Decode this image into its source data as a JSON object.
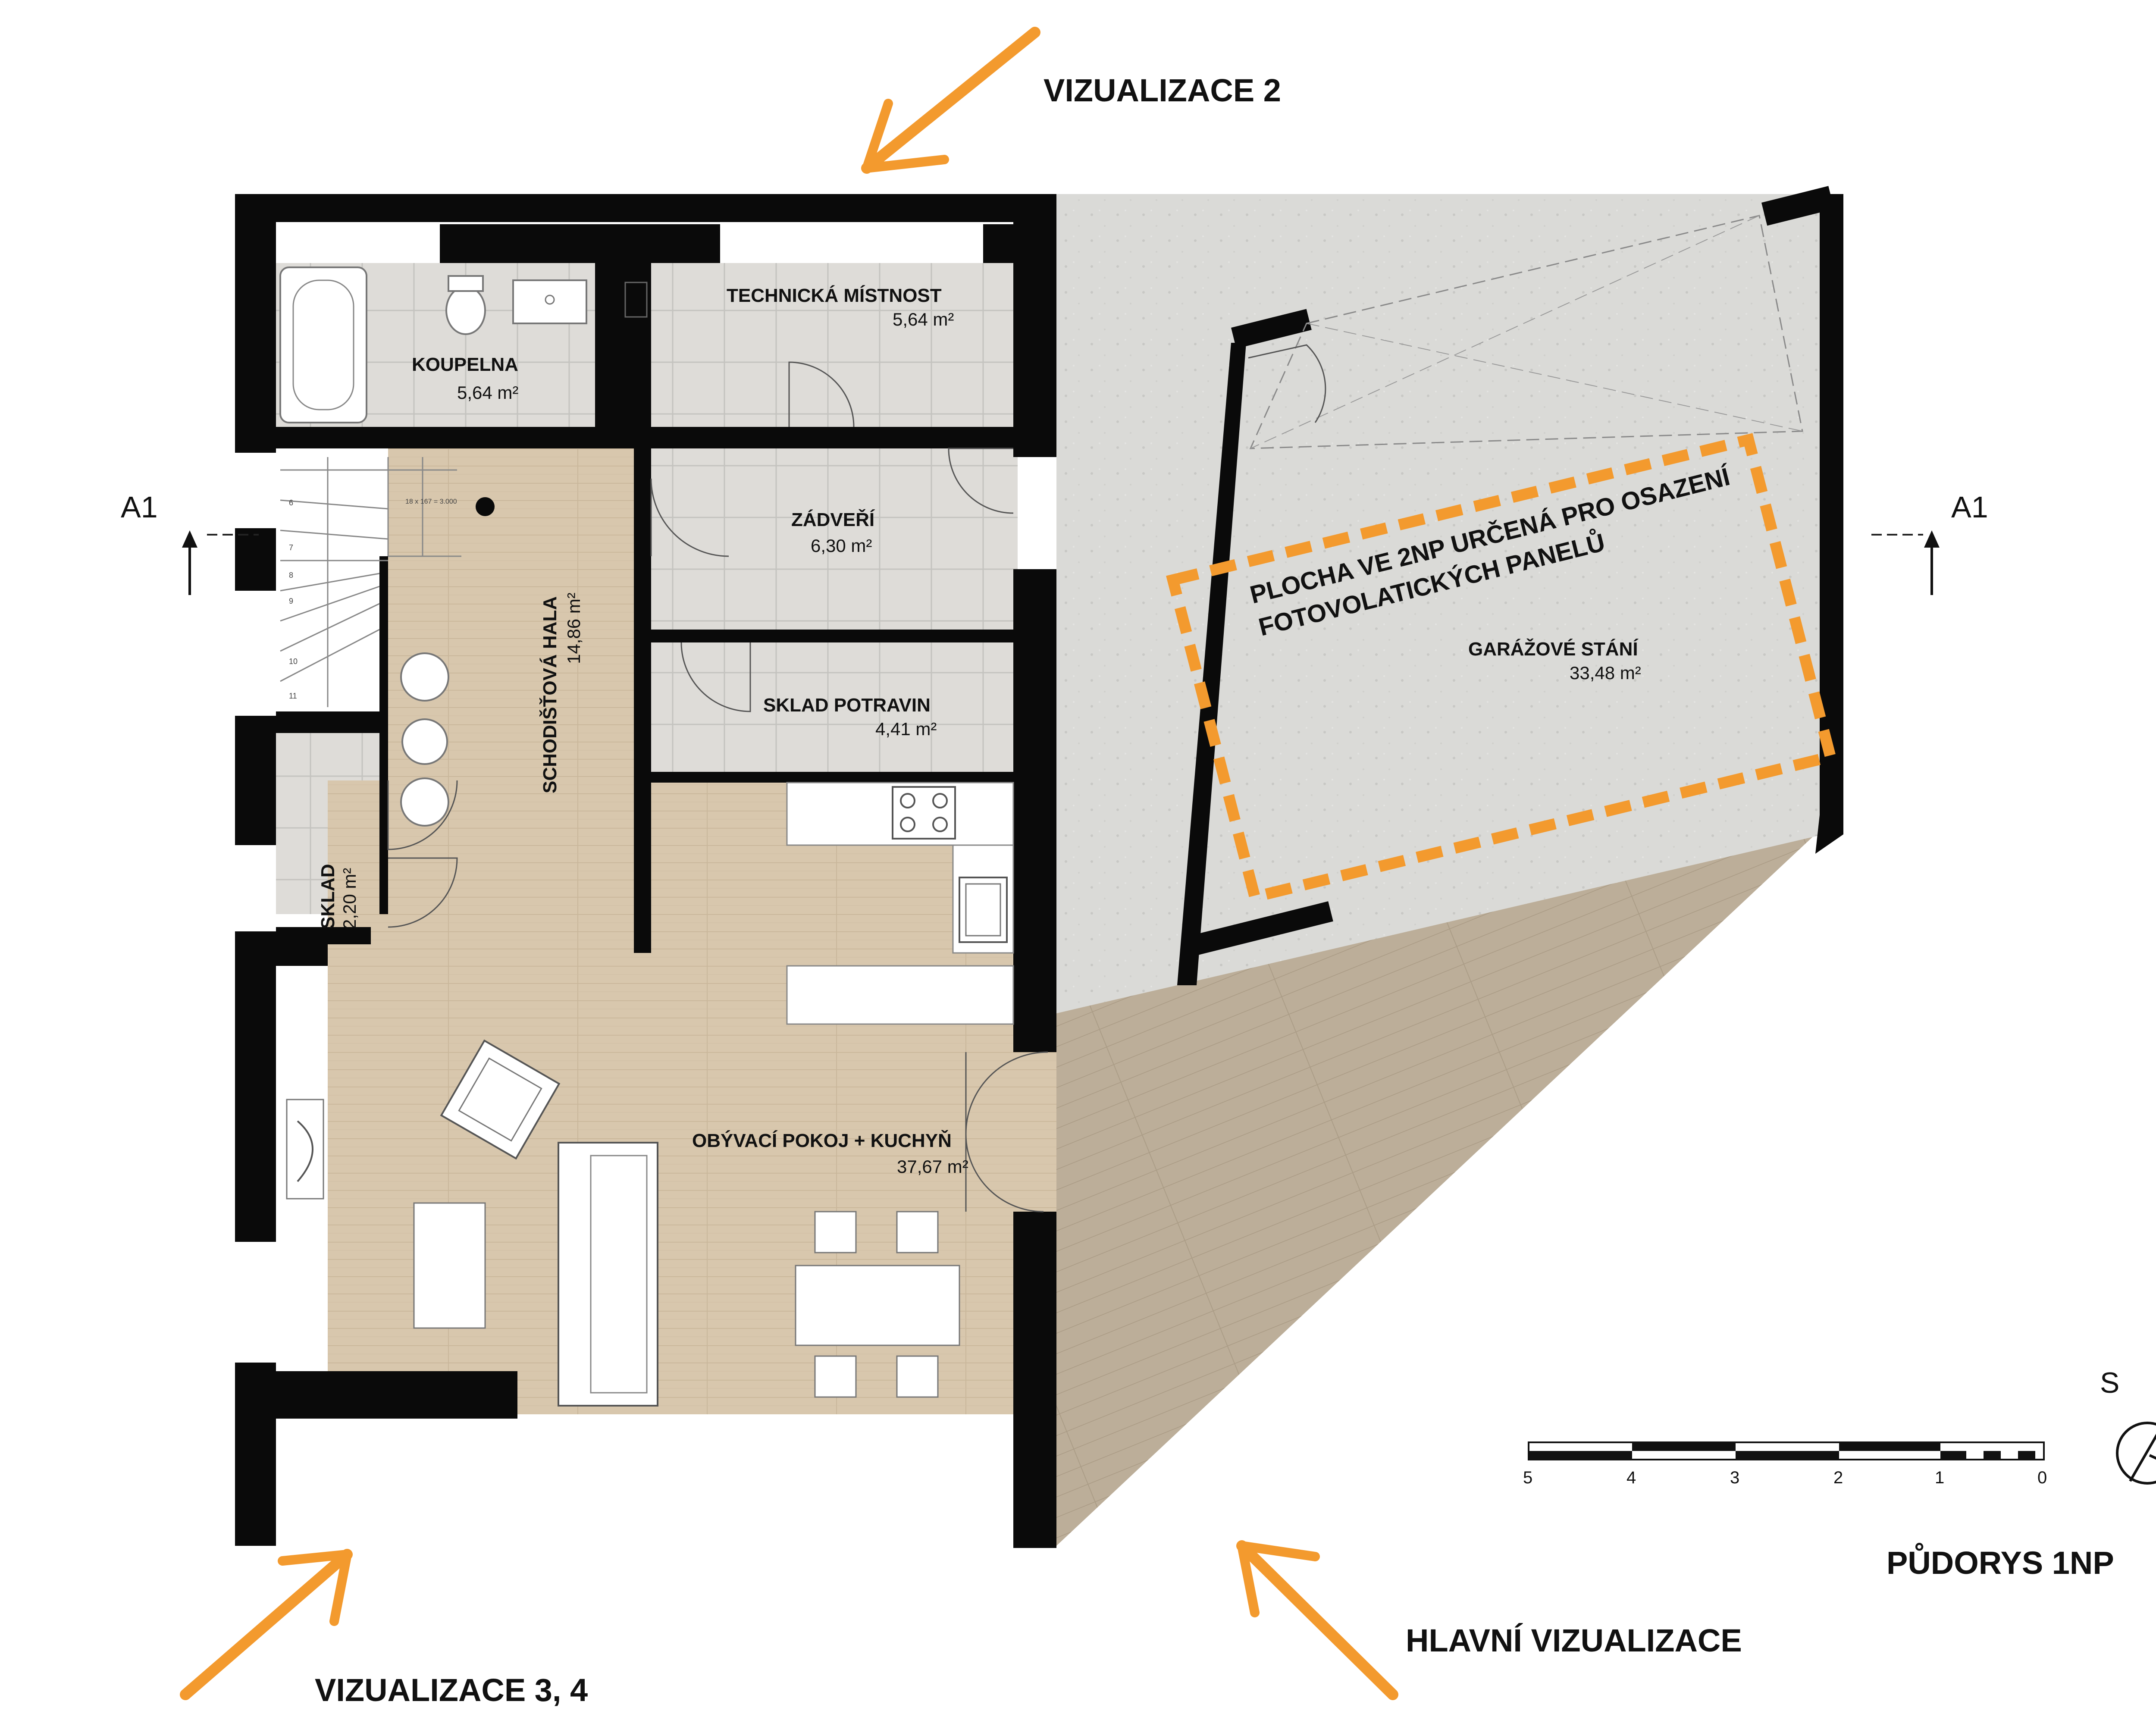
{
  "plan_title": "PŮDORYS 1NP",
  "views": {
    "v2": "VIZUALIZACE 2",
    "v34": "VIZUALIZACE 3, 4",
    "main": "HLAVNÍ VIZUALIZACE"
  },
  "section": {
    "left": "A1",
    "right": "A1"
  },
  "rooms": {
    "bathroom": {
      "name": "KOUPELNA",
      "area": "5,64 m²"
    },
    "technical": {
      "name": "TECHNICKÁ MÍSTNOST",
      "area": "5,64 m²"
    },
    "entry": {
      "name": "ZÁDVEŘÍ",
      "area": "6,30 m²"
    },
    "pantry": {
      "name": "SKLAD POTRAVIN",
      "area": "4,41 m²"
    },
    "stair_hall": {
      "name": "SCHODIŠŤOVÁ HALA",
      "area": "14,86 m²"
    },
    "storage": {
      "name": "SKLAD",
      "area": "2,20 m²"
    },
    "living": {
      "name": "OBÝVACÍ POKOJ + KUCHYŇ",
      "area": "37,67 m²"
    },
    "garage": {
      "name": "GARÁŽOVÉ STÁNÍ",
      "area": "33,48 m²"
    }
  },
  "pv_note": {
    "line1": "PLOCHA VE 2NP URČENÁ PRO OSAZENÍ",
    "line2": "FOTOVOLATICKÝCH PANELŮ"
  },
  "stair_note": "18 x 167 = 3.000",
  "stair_steps": [
    "6",
    "7",
    "8",
    "9",
    "10",
    "11"
  ],
  "scale": {
    "ticks": [
      "5",
      "4",
      "3",
      "2",
      "1",
      "0"
    ]
  },
  "north": {
    "letter": "S"
  },
  "colors": {
    "wall": "#0a0a0a",
    "wood": "#d8c7ad",
    "tile": "#dcdcd8",
    "concrete": "#d9d9d6",
    "accent_orange": "#f39a2e",
    "deck": "#b8aa96"
  }
}
